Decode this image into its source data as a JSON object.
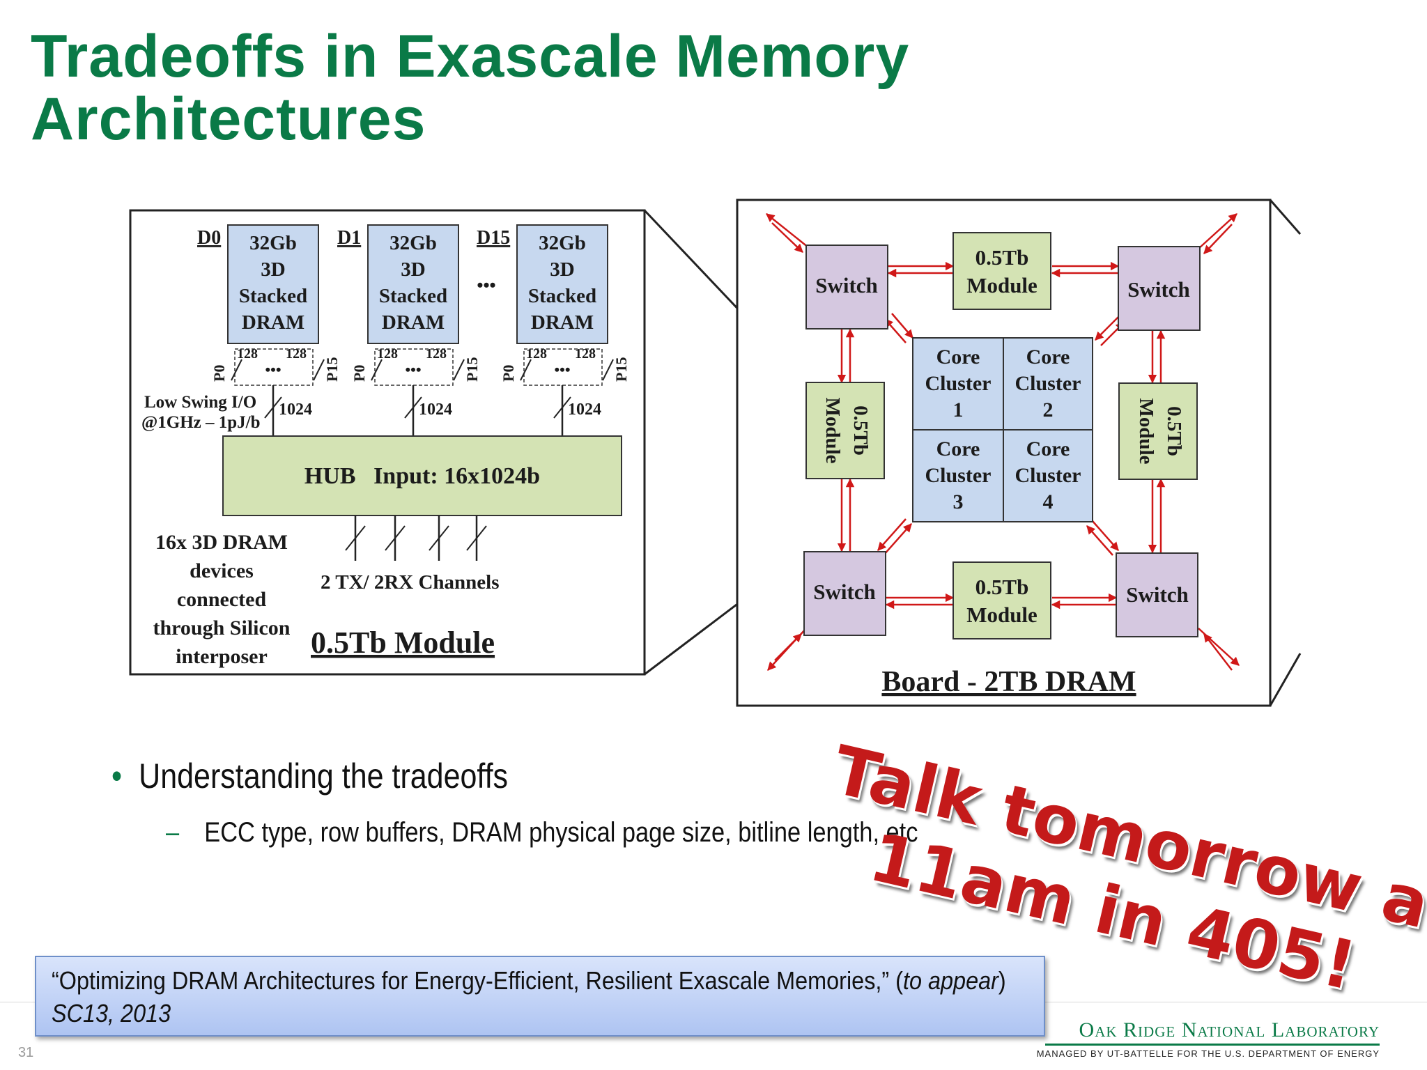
{
  "title": {
    "line1": "Tradeoffs in Exascale Memory",
    "line2": "Architectures"
  },
  "module_diagram": {
    "devices": [
      {
        "id": "D0",
        "lines": [
          "32Gb",
          "3D",
          "Stacked",
          "DRAM"
        ]
      },
      {
        "id": "D1",
        "lines": [
          "32Gb",
          "3D",
          "Stacked",
          "DRAM"
        ]
      },
      {
        "id": "D15",
        "lines": [
          "32Gb",
          "3D",
          "Stacked",
          "DRAM"
        ]
      }
    ],
    "ellipsis": "•••",
    "port_width": "128",
    "port_first": "P0",
    "port_last": "P15",
    "bus_width": "1024",
    "io_label_1": "Low Swing I/O",
    "io_label_2": "@1GHz – 1pJ/b",
    "hub_label": "HUB   Input: 16x1024b",
    "channels_label": "2 TX/ 2RX Channels",
    "desc_lines": [
      "16x 3D DRAM",
      "devices",
      "connected",
      "through Silicon",
      "interposer"
    ],
    "caption": "0.5Tb Module"
  },
  "board_diagram": {
    "switch_label": "Switch",
    "module_lines": [
      "0.5Tb",
      "Module"
    ],
    "cores": [
      {
        "lines": [
          "Core",
          "Cluster",
          "1"
        ]
      },
      {
        "lines": [
          "Core",
          "Cluster",
          "2"
        ]
      },
      {
        "lines": [
          "Core",
          "Cluster",
          "3"
        ]
      },
      {
        "lines": [
          "Core",
          "Cluster",
          "4"
        ]
      }
    ],
    "caption": "Board - 2TB DRAM",
    "colors": {
      "switch": "#d5c8e0",
      "module": "#d4e3b4",
      "core": "#c7d8ef",
      "link": "#d01818"
    }
  },
  "bullets": {
    "main": "Understanding the tradeoffs",
    "sub": "ECC type, row buffers, DRAM physical page size, bitline length, etc"
  },
  "callout": {
    "line1": "Talk tomorrow at",
    "line2": "11am in 405!"
  },
  "citation": {
    "quote": "“Optimizing DRAM Architectures for Energy-Efficient, Resilient Exascale Memories,” (",
    "note": "to appear",
    "close": ")",
    "venue": "SC13, 2013"
  },
  "footer": {
    "page_number": "31",
    "lab_name": "Oak Ridge National Laboratory",
    "lab_sub": "MANAGED BY UT-BATTELLE FOR THE U.S. DEPARTMENT OF ENERGY"
  },
  "theme": {
    "accent": "#0a7a47"
  }
}
